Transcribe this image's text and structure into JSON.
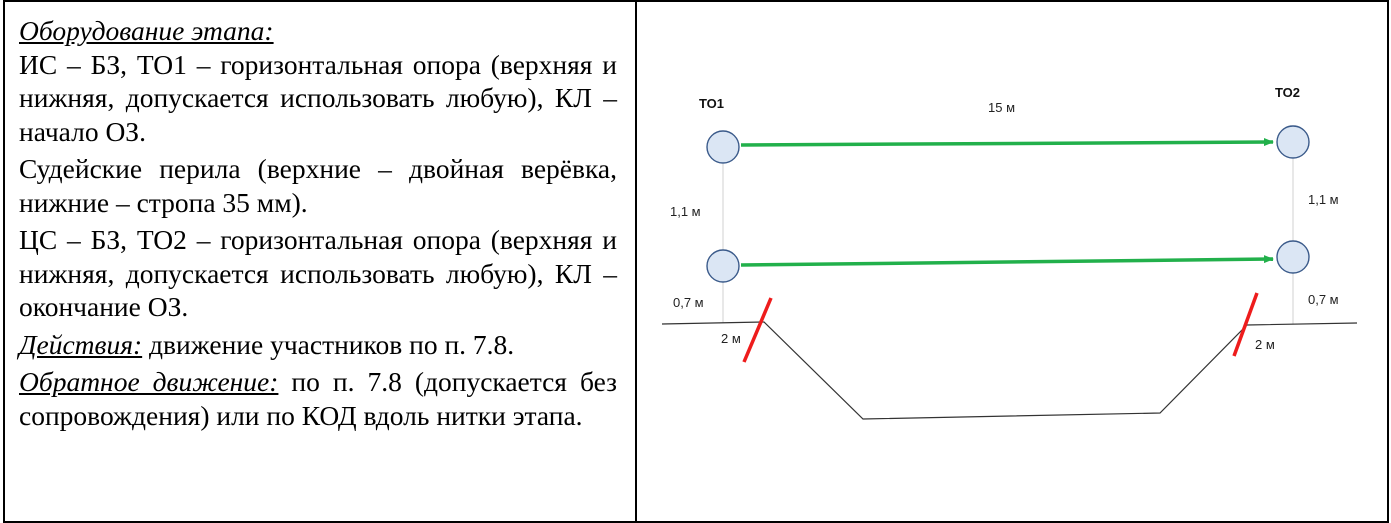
{
  "text": {
    "equipment_heading": "Оборудование этапа:",
    "equipment_line1": "ИС – БЗ, ТО1 – горизонтальная опора (верхняя и нижняя, допускается использовать любую), КЛ – начало ОЗ.",
    "equipment_line2": "Судейские перила (верхние – двойная верёвка, нижние – стропа 35 мм).",
    "equipment_line3": "ЦС – БЗ, ТО2 – горизонтальная опора (верхняя и нижняя, допускается использовать любую), КЛ – окончание ОЗ.",
    "actions_heading": "Действия:",
    "actions_text": " движение участников по п. 7.8.",
    "return_heading": "Обратное движение:",
    "return_text": " по п. 7.8 (допускается без сопровождения) или по КОД вдоль нитки этапа."
  },
  "diagram": {
    "label_to1": "ТО1",
    "label_to2": "ТО2",
    "label_span": "15 м",
    "label_height_left": "1,1 м",
    "label_height_right": "1,1 м",
    "label_low_left": "0,7 м",
    "label_low_right": "0,7 м",
    "label_edge_left": "2 м",
    "label_edge_right": "2 м",
    "colors": {
      "rope": "#22b04b",
      "node_fill": "#dbe6f4",
      "node_stroke": "#3a5a8a",
      "marker": "#ee1c1c",
      "ground": "#333333"
    }
  }
}
